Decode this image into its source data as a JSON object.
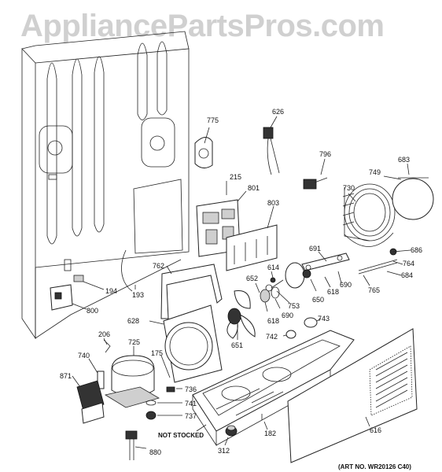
{
  "watermark": "AppliancePartsPros.com",
  "art_number": "(ART NO. WR20126 C40)",
  "not_stocked_label": "NOT STOCKED",
  "part_labels": {
    "p775": "775",
    "p626": "626",
    "p796": "796",
    "p683": "683",
    "p749": "749",
    "p215": "215",
    "p801": "801",
    "p730": "730",
    "p803": "803",
    "p691": "691",
    "p686": "686",
    "p764": "764",
    "p684": "684",
    "p762": "762",
    "p614": "614",
    "p652": "652",
    "p618a": "618",
    "p690a": "690",
    "p650": "650",
    "p753": "753",
    "p690b": "690",
    "p618b": "618",
    "p765": "765",
    "p194": "194",
    "p193": "193",
    "p800": "800",
    "p628": "628",
    "p743": "743",
    "p742": "742",
    "p651": "651",
    "p206": "206",
    "p725": "725",
    "p175": "175",
    "p740": "740",
    "p871": "871",
    "p736": "736",
    "p741": "741",
    "p737": "737",
    "p616": "616",
    "p182": "182",
    "p312": "312",
    "p880": "880"
  }
}
